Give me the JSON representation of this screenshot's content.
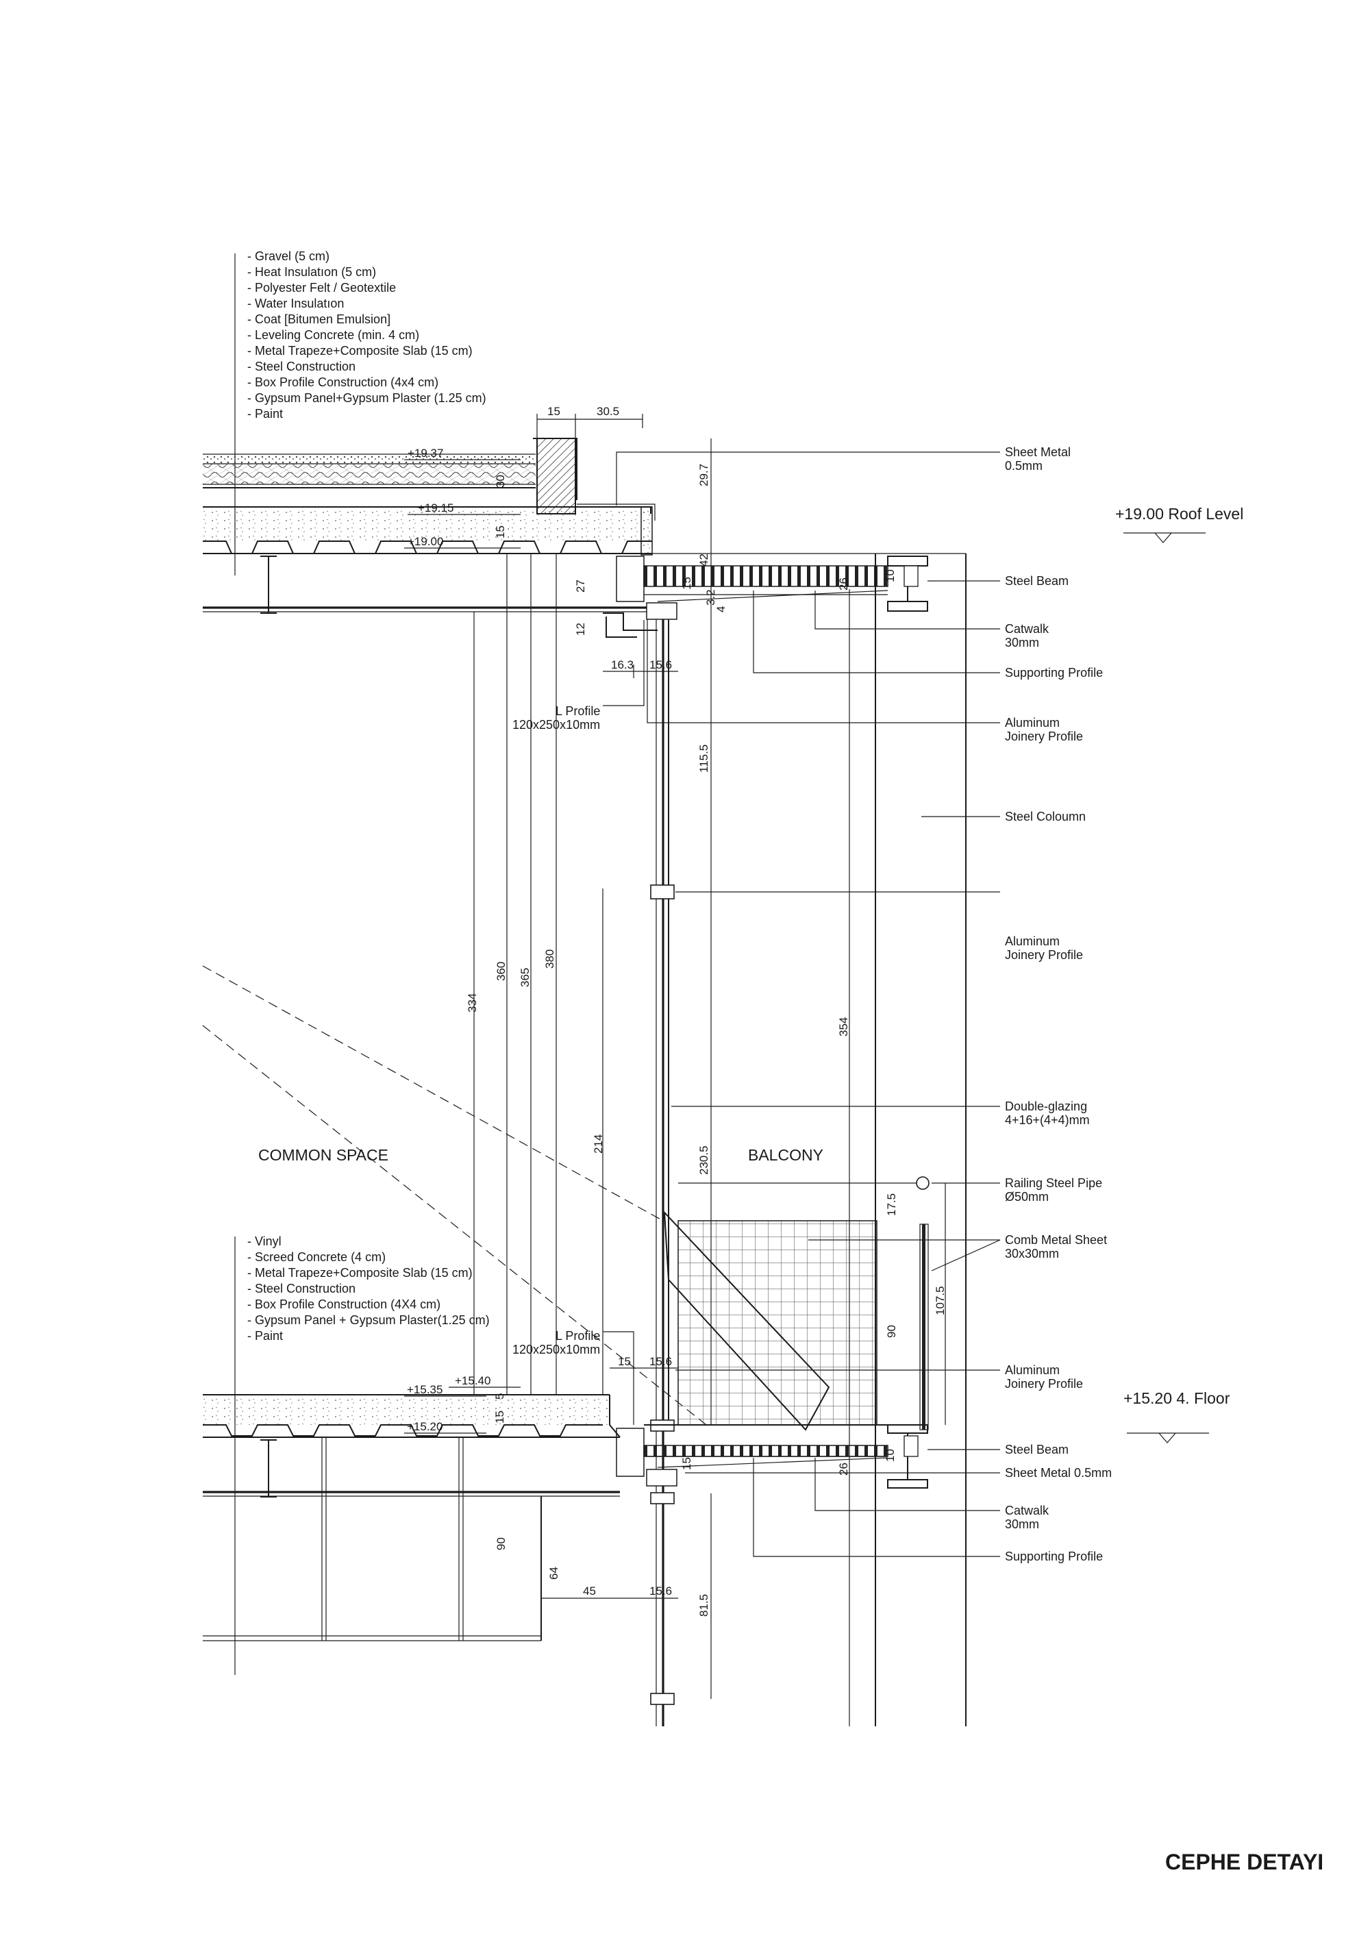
{
  "title": "CEPHE DETAYI",
  "roof_layers": [
    "- Gravel (5 cm)",
    "- Heat Insulatıon (5 cm)",
    "- Polyester Felt / Geotextile",
    "- Water Insulatıon",
    "- Coat [Bitumen Emulsion]",
    "- Leveling Concrete (min. 4 cm)",
    "- Metal Trapeze+Composite Slab (15 cm)",
    "- Steel Construction",
    "- Box Profile Construction (4x4 cm)",
    "- Gypsum Panel+Gypsum Plaster (1.25 cm)",
    "- Paint"
  ],
  "floor_layers": [
    "- Vinyl",
    "- Screed Concrete (4 cm)",
    "- Metal Trapeze+Composite Slab (15 cm)",
    "- Steel Construction",
    "- Box Profile Construction  (4X4 cm)",
    "- Gypsum Panel + Gypsum Plaster(1.25 cm)",
    "- Paint"
  ],
  "levels": {
    "roof": "+19.00 Roof Level",
    "floor": "+15.20 4. Floor"
  },
  "rooms": {
    "common": "COMMON SPACE",
    "balcony": "BALCONY"
  },
  "callouts": {
    "sheet_metal_top": [
      "Sheet Metal",
      "0.5mm"
    ],
    "steel_beam_top": [
      "Steel Beam"
    ],
    "catwalk_top": [
      "Catwalk",
      "30mm"
    ],
    "supporting_profile_top": [
      "Supporting Profile"
    ],
    "aluminum_joinery_1": [
      "Aluminum",
      "Joinery Profile"
    ],
    "steel_column": [
      "Steel Coloumn"
    ],
    "aluminum_joinery_2": [
      "Aluminum",
      "Joinery Profile"
    ],
    "double_glazing": [
      "Double-glazing",
      "4+16+(4+4)mm"
    ],
    "railing_pipe": [
      "Railing Steel Pipe",
      "Ø50mm"
    ],
    "comb_sheet": [
      "Comb Metal Sheet",
      "30x30mm"
    ],
    "aluminum_joinery_3": [
      "Aluminum",
      "Joinery Profile"
    ],
    "steel_beam_bottom": [
      "Steel Beam"
    ],
    "sheet_metal_bottom": [
      "Sheet Metal 0.5mm"
    ],
    "catwalk_bottom": [
      "Catwalk",
      "30mm"
    ],
    "supporting_profile_bottom": [
      "Supporting Profile"
    ],
    "l_profile_top": [
      "L Profile",
      "120x250x10mm"
    ],
    "l_profile_bottom": [
      "L Profile",
      "120x250x10mm"
    ]
  },
  "elevation_marks": {
    "e1937": "+19.37",
    "e1915": "+19.15",
    "e1900": "+19.00",
    "e1540": "+15.40",
    "e1535": "+15.35",
    "e1520": "+15.20"
  },
  "dimensions": {
    "d15_top": "15",
    "d305": "30.5",
    "d30": "30",
    "d15_slab": "15",
    "d297": "29.7",
    "d42": "42",
    "d27": "27",
    "d12": "12",
    "d15_b": "15",
    "d32": "3.2",
    "d4": "4",
    "d26_top": "26",
    "d10_top": "10",
    "d163": "16.3",
    "d156_top": "15.6",
    "d1155": "115.5",
    "d334": "334",
    "d360": "360",
    "d365": "365",
    "d380": "380",
    "d354": "354",
    "d214": "214",
    "d2305": "230.5",
    "d175": "17.5",
    "d90_rail": "90",
    "d1075": "107.5",
    "d15_mid": "15",
    "d156_mid": "15.6",
    "d5": "5",
    "d15_s2": "15",
    "d26_bot": "26",
    "d10_bot": "10",
    "d15_bb": "15",
    "d90_low": "90",
    "d64": "64",
    "d45": "45",
    "d156_low": "15.6",
    "d815": "81.5"
  }
}
